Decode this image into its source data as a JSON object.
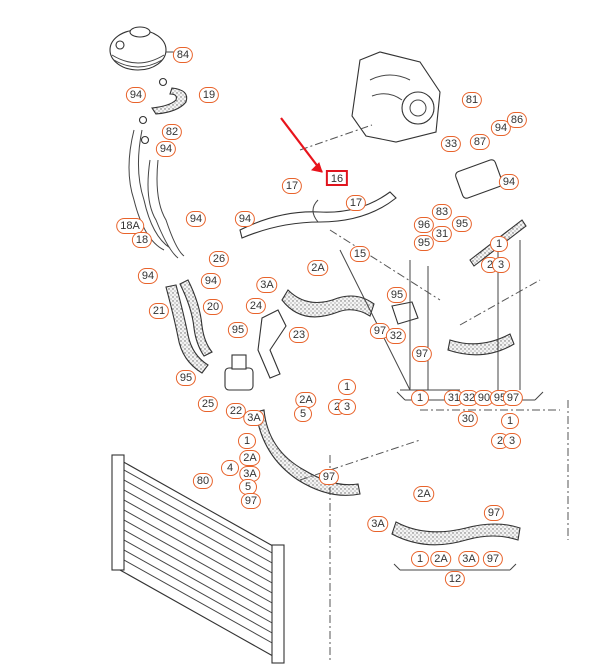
{
  "title": "Engine cooling system exploded parts diagram",
  "highlight": {
    "part_number": "16",
    "highlight_color": "#e0141e",
    "indicator": "red-arrow"
  },
  "colors": {
    "callout_border": "#e8632b",
    "line_art": "#333333",
    "background": "#ffffff"
  },
  "callouts": [
    {
      "id": "c84",
      "label": "84"
    },
    {
      "id": "c19",
      "label": "19"
    },
    {
      "id": "c94a",
      "label": "94"
    },
    {
      "id": "c82",
      "label": "82"
    },
    {
      "id": "c94b",
      "label": "94"
    },
    {
      "id": "c81",
      "label": "81"
    },
    {
      "id": "c94c",
      "label": "94"
    },
    {
      "id": "c86",
      "label": "86"
    },
    {
      "id": "c33",
      "label": "33"
    },
    {
      "id": "c87",
      "label": "87"
    },
    {
      "id": "c94d",
      "label": "94"
    },
    {
      "id": "c16",
      "label": "16"
    },
    {
      "id": "c17a",
      "label": "17"
    },
    {
      "id": "c17b",
      "label": "17"
    },
    {
      "id": "c83",
      "label": "83"
    },
    {
      "id": "c96",
      "label": "96"
    },
    {
      "id": "c95a",
      "label": "95"
    },
    {
      "id": "c31",
      "label": "31"
    },
    {
      "id": "c95b",
      "label": "95"
    },
    {
      "id": "c18A",
      "label": "18A"
    },
    {
      "id": "c18",
      "label": "18"
    },
    {
      "id": "c94e",
      "label": "94"
    },
    {
      "id": "c94f",
      "label": "94"
    },
    {
      "id": "c26",
      "label": "26"
    },
    {
      "id": "c15",
      "label": "15"
    },
    {
      "id": "c94g",
      "label": "94"
    },
    {
      "id": "c94h",
      "label": "94"
    },
    {
      "id": "c2Aa",
      "label": "2A"
    },
    {
      "id": "c3Aa",
      "label": "3A"
    },
    {
      "id": "c21",
      "label": "21"
    },
    {
      "id": "c20",
      "label": "20"
    },
    {
      "id": "c24",
      "label": "24"
    },
    {
      "id": "c23",
      "label": "23"
    },
    {
      "id": "c95c",
      "label": "95"
    },
    {
      "id": "c95d",
      "label": "95"
    },
    {
      "id": "c25",
      "label": "25"
    },
    {
      "id": "c22",
      "label": "22"
    },
    {
      "id": "c95e",
      "label": "95"
    },
    {
      "id": "c97a",
      "label": "97"
    },
    {
      "id": "c32",
      "label": "32"
    },
    {
      "id": "c97b",
      "label": "97"
    },
    {
      "id": "c1a",
      "label": "1"
    },
    {
      "id": "c2a",
      "label": "2"
    },
    {
      "id": "c3a",
      "label": "3"
    },
    {
      "id": "c1b",
      "label": "1"
    },
    {
      "id": "c31b",
      "label": "31"
    },
    {
      "id": "c32b",
      "label": "32"
    },
    {
      "id": "c90",
      "label": "90"
    },
    {
      "id": "c95f",
      "label": "95"
    },
    {
      "id": "c97c",
      "label": "97"
    },
    {
      "id": "c30",
      "label": "30"
    },
    {
      "id": "c1c",
      "label": "1"
    },
    {
      "id": "c2b",
      "label": "2"
    },
    {
      "id": "c3b",
      "label": "3"
    },
    {
      "id": "c3Ab",
      "label": "3A"
    },
    {
      "id": "c2Ab",
      "label": "2A"
    },
    {
      "id": "c5a",
      "label": "5"
    },
    {
      "id": "c1d",
      "label": "1"
    },
    {
      "id": "c2c",
      "label": "2"
    },
    {
      "id": "c3c",
      "label": "3"
    },
    {
      "id": "c1e",
      "label": "1"
    },
    {
      "id": "c2Ac",
      "label": "2A"
    },
    {
      "id": "c4",
      "label": "4"
    },
    {
      "id": "c3Ac",
      "label": "3A"
    },
    {
      "id": "c5b",
      "label": "5"
    },
    {
      "id": "c97d",
      "label": "97"
    },
    {
      "id": "c97e",
      "label": "97"
    },
    {
      "id": "c80",
      "label": "80"
    },
    {
      "id": "c2Ad",
      "label": "2A"
    },
    {
      "id": "c3Ad",
      "label": "3A"
    },
    {
      "id": "c97f",
      "label": "97"
    },
    {
      "id": "c1f",
      "label": "1"
    },
    {
      "id": "c2Ae",
      "label": "2A"
    },
    {
      "id": "c3Ae",
      "label": "3A"
    },
    {
      "id": "c97g",
      "label": "97"
    },
    {
      "id": "c12",
      "label": "12"
    }
  ]
}
